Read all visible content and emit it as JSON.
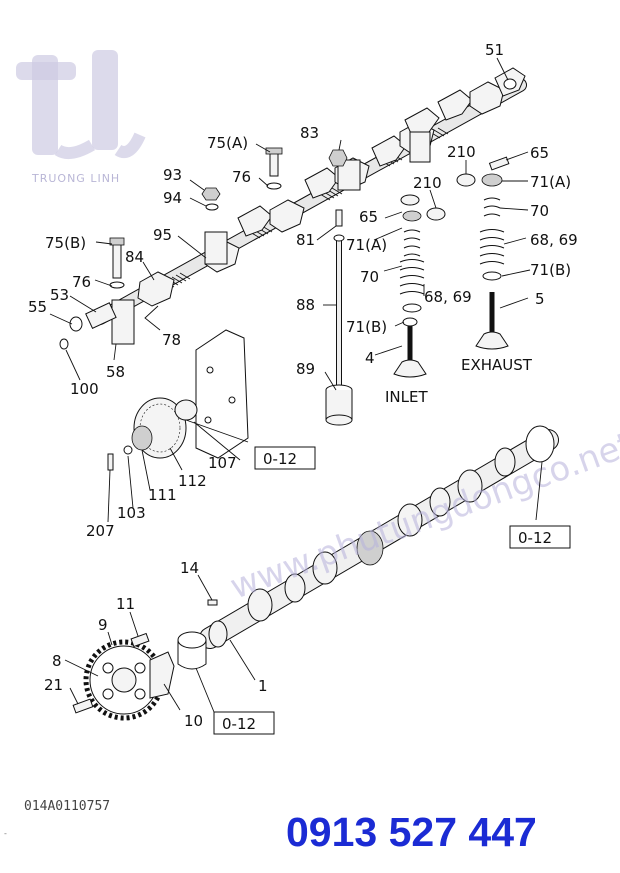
{
  "logo": {
    "letters": "tL",
    "subtitle": "TRUONG LINH"
  },
  "watermark": "www.phutungdongco.net",
  "doc_number": "014A0110757",
  "phone": "0913 527 447",
  "valve_labels": {
    "inlet": "INLET",
    "exhaust": "EXHAUST"
  },
  "reference_box": "0-12",
  "callouts": {
    "p51": "51",
    "p83": "83",
    "p75a": "75(A)",
    "p210a": "210",
    "p65a": "65",
    "p210b": "210",
    "p71a_r": "71(A)",
    "p93": "93",
    "p76a": "76",
    "p94": "94",
    "p65b": "65",
    "p70r": "70",
    "p95": "95",
    "p81": "81",
    "p71a_l": "71(A)",
    "p6869r": "68, 69",
    "p75b": "75(B)",
    "p84": "84",
    "p70l": "70",
    "p71b_r": "71(B)",
    "p76b": "76",
    "p53": "53",
    "p55": "55",
    "p6869l": "68, 69",
    "p5": "5",
    "p88": "88",
    "p71b_l": "71(B)",
    "p78": "78",
    "p4": "4",
    "p100": "100",
    "p58": "58",
    "p89": "89",
    "p107": "107",
    "p112": "112",
    "p111": "111",
    "p103": "103",
    "p207": "207",
    "p14": "14",
    "p11": "11",
    "p9": "9",
    "p8": "8",
    "p1": "1",
    "p21": "21",
    "p10": "10"
  }
}
